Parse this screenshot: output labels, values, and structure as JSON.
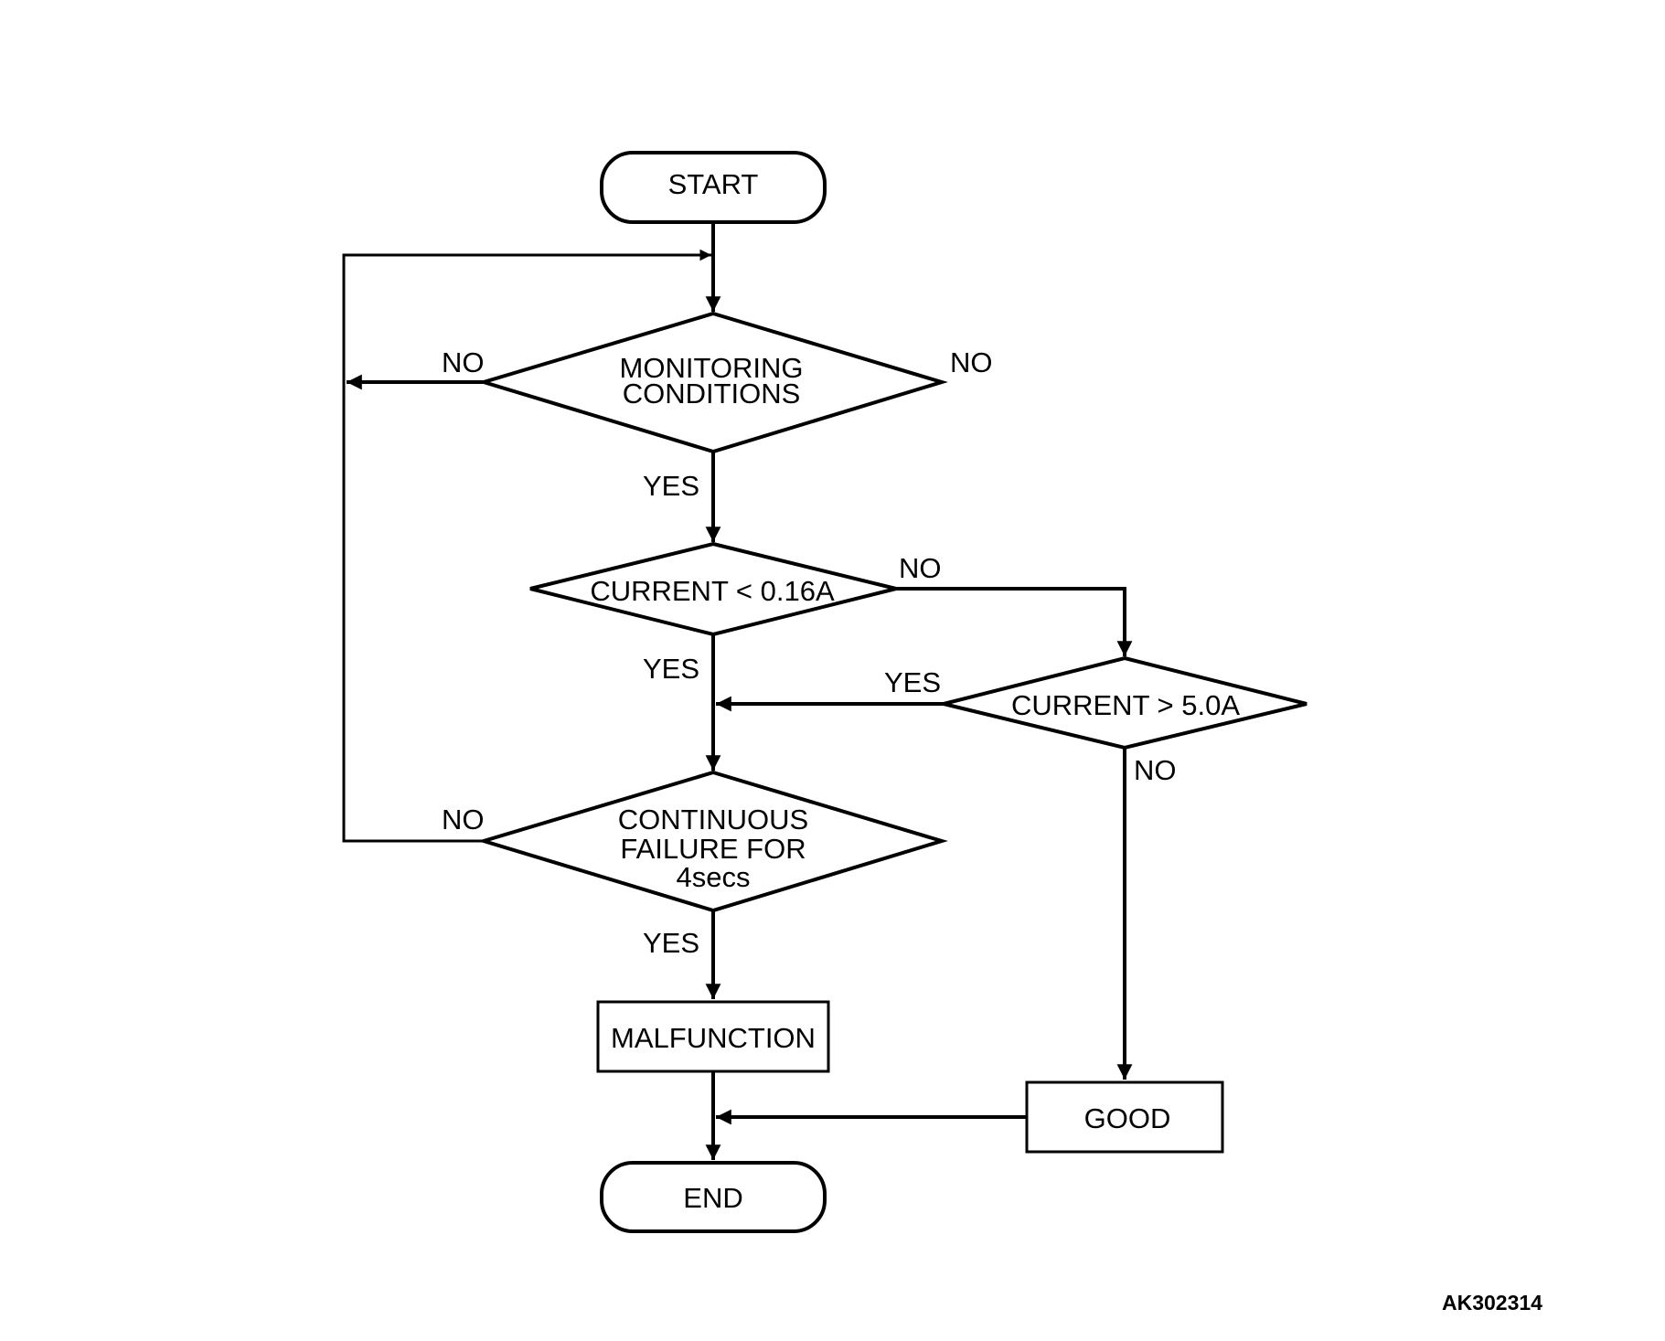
{
  "diagram": {
    "type": "flowchart",
    "nodes": {
      "start": {
        "shape": "terminator",
        "label": "START"
      },
      "monitoring": {
        "shape": "decision",
        "lines": [
          "MONITORING",
          "CONDITIONS"
        ]
      },
      "current_low": {
        "shape": "decision",
        "label": "CURRENT < 0.16A"
      },
      "current_high": {
        "shape": "decision",
        "label": "CURRENT > 5.0A"
      },
      "continuous": {
        "shape": "decision",
        "lines": [
          "CONTINUOUS",
          "FAILURE FOR",
          "4secs"
        ]
      },
      "malfunction": {
        "shape": "process",
        "label": "MALFUNCTION"
      },
      "good": {
        "shape": "process",
        "label": "GOOD"
      },
      "end": {
        "shape": "terminator",
        "label": "END"
      }
    },
    "edges": [
      {
        "from": "start",
        "to": "monitoring",
        "label": ""
      },
      {
        "from": "monitoring",
        "to": "monitoring",
        "label": "NO",
        "side": "left",
        "note": "loops back above monitoring"
      },
      {
        "from": "monitoring",
        "to": "",
        "label": "NO",
        "side": "right"
      },
      {
        "from": "monitoring",
        "to": "current_low",
        "label": "YES"
      },
      {
        "from": "current_low",
        "to": "continuous",
        "label": "YES"
      },
      {
        "from": "current_low",
        "to": "current_high",
        "label": "NO"
      },
      {
        "from": "current_high",
        "to": "continuous",
        "label": "YES"
      },
      {
        "from": "current_high",
        "to": "good",
        "label": "NO"
      },
      {
        "from": "continuous",
        "to": "monitoring",
        "label": "NO"
      },
      {
        "from": "continuous",
        "to": "malfunction",
        "label": "YES"
      },
      {
        "from": "malfunction",
        "to": "end",
        "label": ""
      },
      {
        "from": "good",
        "to": "end",
        "label": ""
      }
    ],
    "edge_labels": {
      "monitoring_no_left": "NO",
      "monitoring_no_right": "NO",
      "monitoring_yes": "YES",
      "current_low_no": "NO",
      "current_low_yes": "YES",
      "current_high_yes": "YES",
      "current_high_no": "NO",
      "continuous_no": "NO",
      "continuous_yes": "YES"
    }
  },
  "figure_id": "AK302314"
}
